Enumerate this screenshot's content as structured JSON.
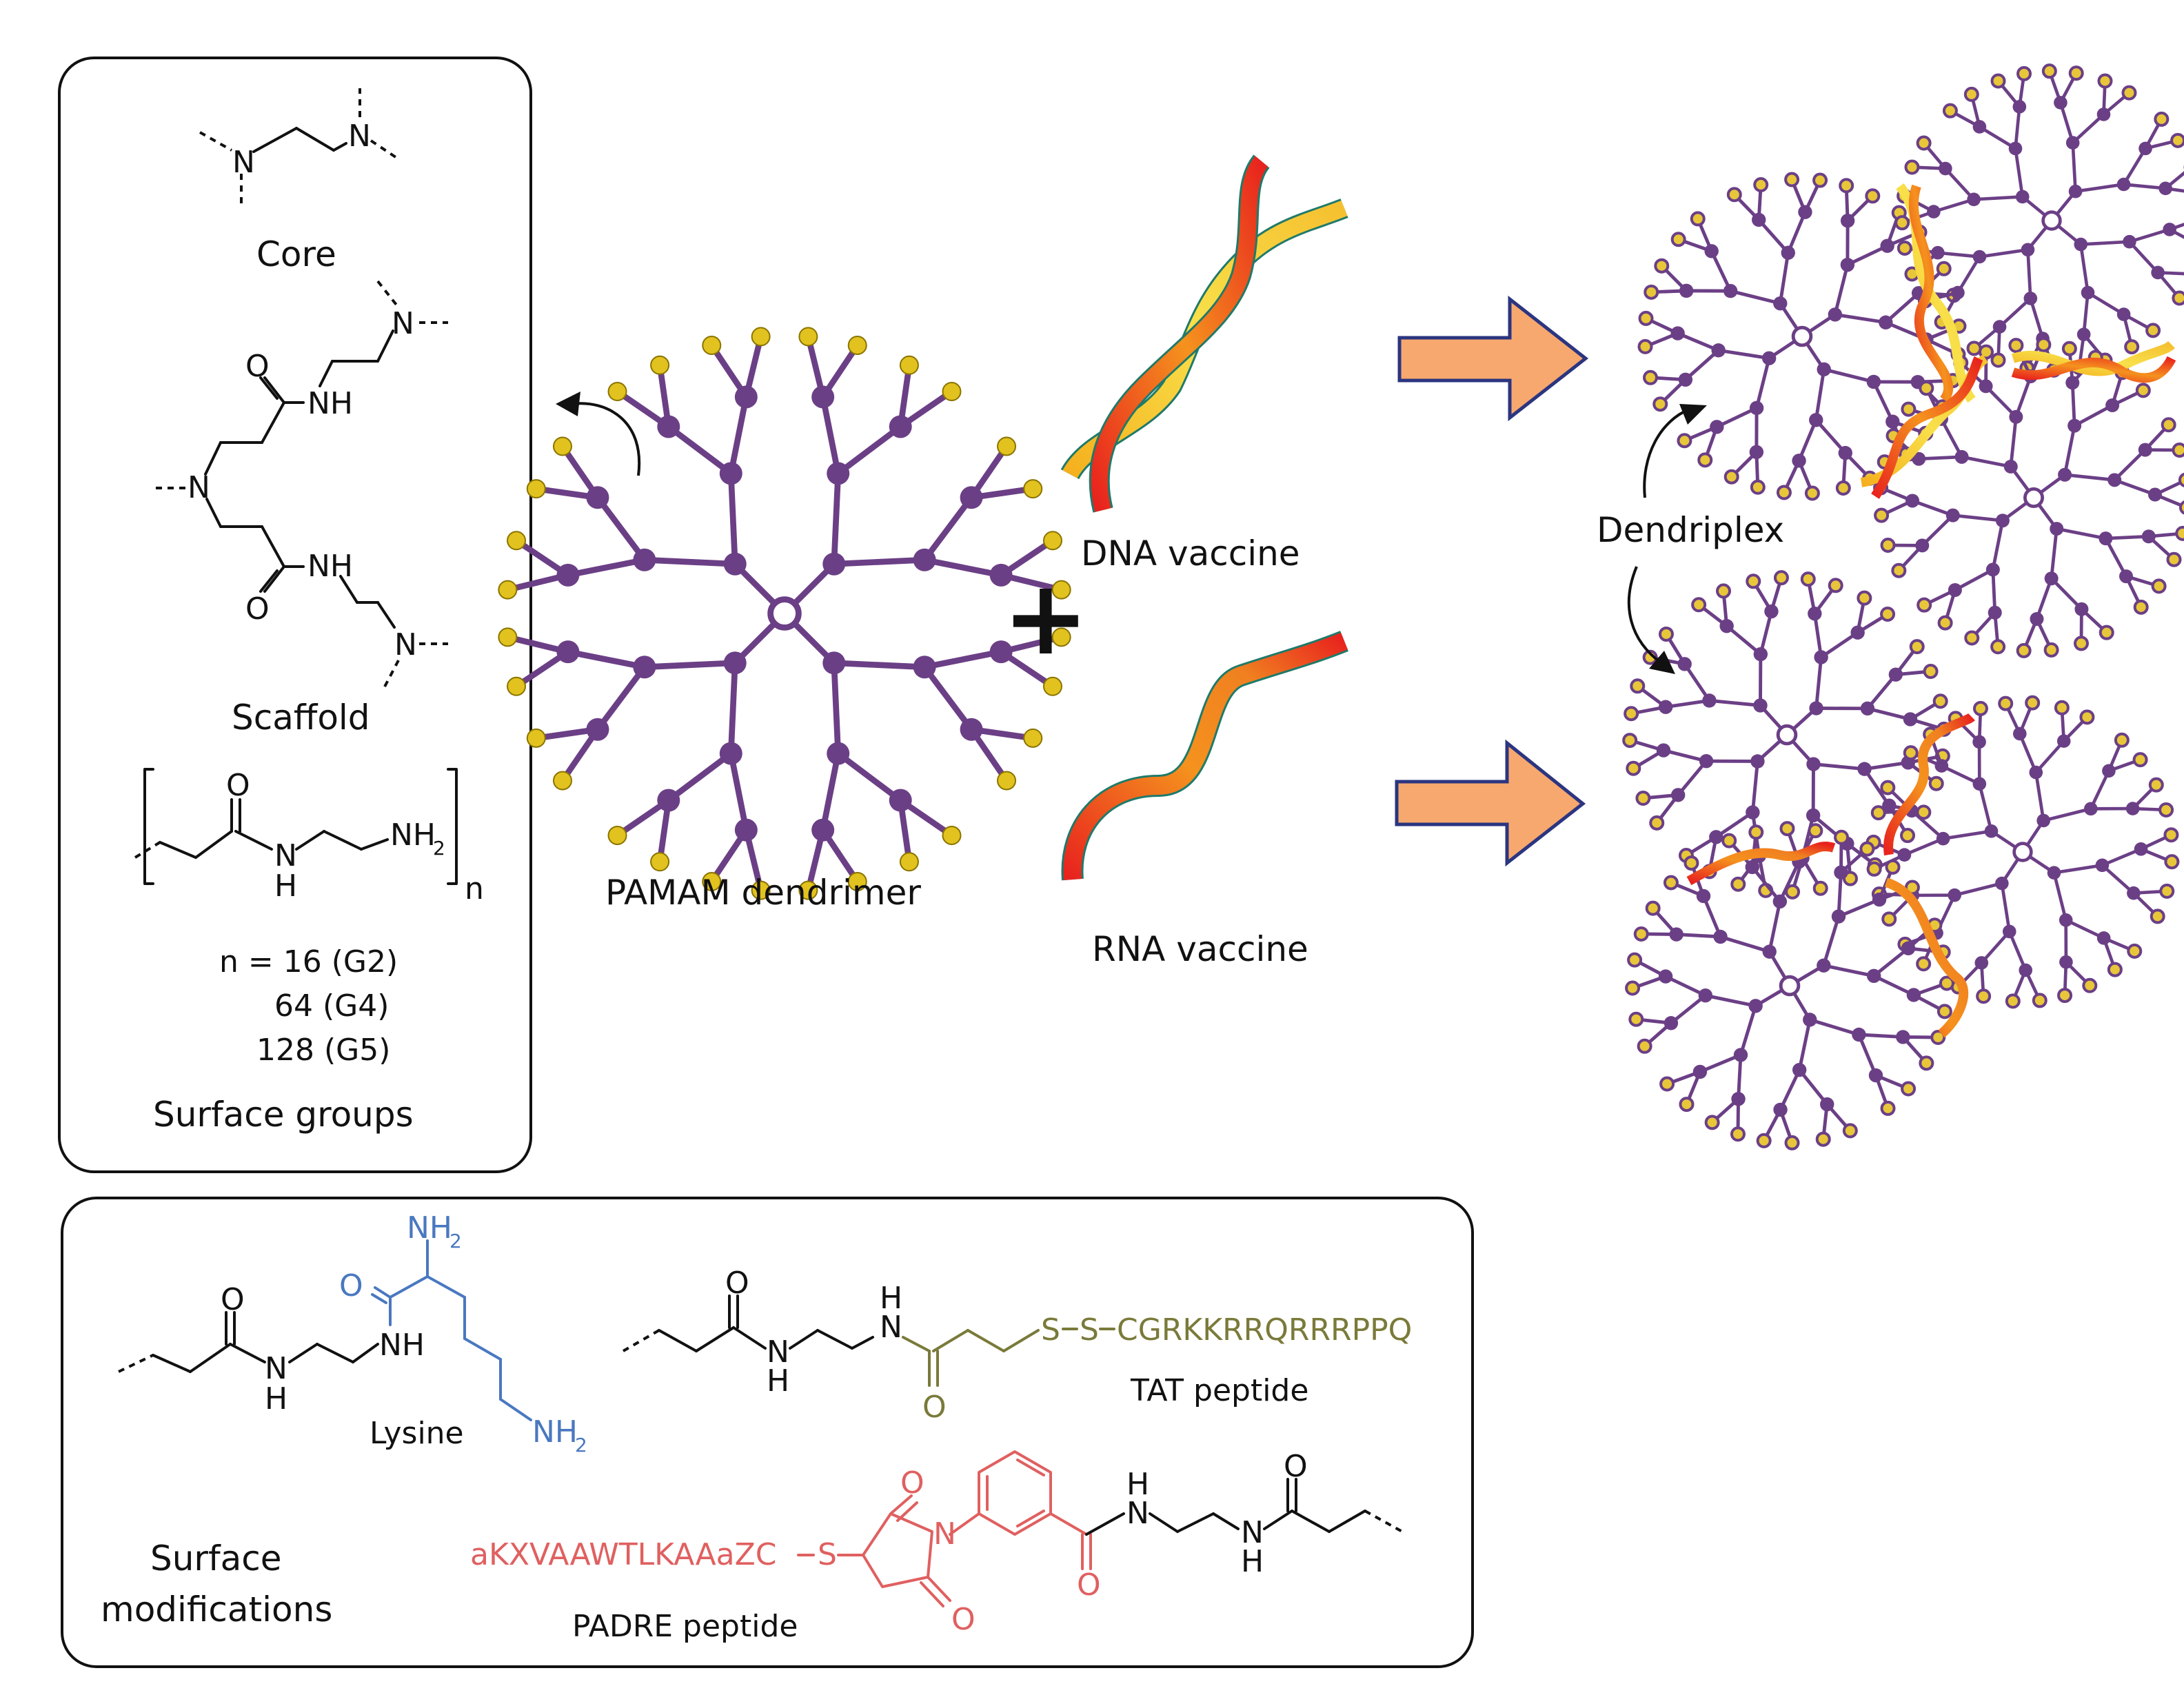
{
  "labels": {
    "core": "Core",
    "scaffold": "Scaffold",
    "surface_groups": "Surface groups",
    "n_line1": "n = 16 (G2)",
    "n_line2": "64 (G4)",
    "n_line3": "128 (G5)",
    "pamam": "PAMAM dendrimer",
    "dna": "DNA vaccine",
    "rna": "RNA vaccine",
    "plus": "+",
    "dendriplex": "Dendriplex",
    "lysine": "Lysine",
    "tat": "TAT peptide",
    "tat_seq": "CGRKKRRQRRRPPQ",
    "padre": "PADRE peptide",
    "padre_seq": "aKXVAAWTLKAAaZC",
    "surface_mod_1": "Surface",
    "surface_mod_2": "modifications"
  },
  "atoms": {
    "N": "N",
    "NH": "NH",
    "O": "O",
    "H": "H",
    "NH2": "NH",
    "two": "2",
    "S": "S",
    "n": "n"
  },
  "colors": {
    "dendrimer_purple": "#6b3f86",
    "tip_yellow": "#e2c21e",
    "tip_small_yellow": "#e8c63a",
    "arrow_fill": "#f7a86e",
    "arrow_stroke": "#2b3580",
    "lysine_blue": "#4a78c0",
    "tat_olive": "#7a7a3a",
    "padre_red": "#e06060",
    "strand_red": "#e8231e",
    "strand_orange": "#f5921e",
    "strand_yellow": "#f8e04a",
    "strand_edge_teal": "#1f7a6a"
  }
}
